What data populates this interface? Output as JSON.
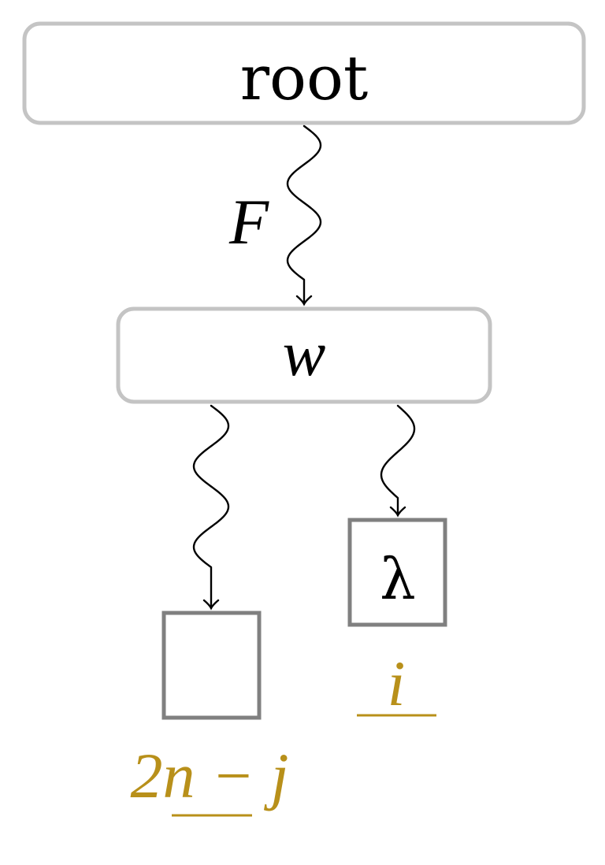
{
  "nodes": {
    "root_label": "root",
    "w_label": "w",
    "leaf_right_label": "λ",
    "leaf_left_label": ""
  },
  "edges": {
    "root_to_w_label": "F"
  },
  "annotations": {
    "leaf_right": "i",
    "leaf_left": "2n − j"
  },
  "colors": {
    "node_border": "#c4c4c4",
    "leaf_border": "#808080",
    "annotation": "#b8901a",
    "edge": "#000000"
  }
}
